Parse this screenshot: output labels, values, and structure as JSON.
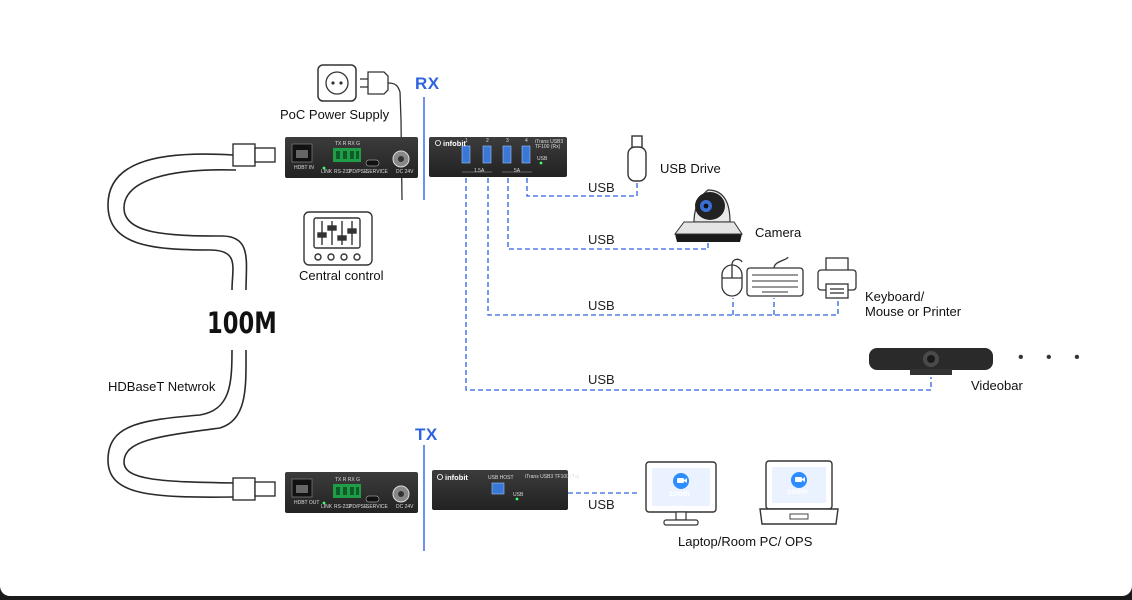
{
  "labels": {
    "rx": "RX",
    "tx": "TX",
    "poc_power_supply": "PoC Power Supply",
    "central_control": "Central control",
    "distance": "100M",
    "hdbaset_network": "HDBaseT Netwrok",
    "usb_drive": "USB Drive",
    "camera": "Camera",
    "keyboard_line1": "Keyboard/",
    "keyboard_line2": "Mouse or Printer",
    "videobar": "Videobar",
    "laptop": "Laptop/Room PC/ OPS",
    "more": "• • •"
  },
  "links": {
    "usb_drive": "USB",
    "camera": "USB",
    "keyboard": "USB",
    "videobar": "USB",
    "laptop": "USB"
  },
  "devices": {
    "rx_back": {
      "port": "HDBT IN",
      "rs232": "TX  R  RX  G",
      "labels": [
        "LINK",
        "RS-232",
        "PD/PSE",
        "SERVICE",
        "DC 24V"
      ]
    },
    "tx_back": {
      "port": "HDBT OUT",
      "rs232": "TX  R  RX  G",
      "labels": [
        "LINK",
        "RS-232",
        "PD/PSE",
        "SERVICE",
        "DC 24V"
      ]
    },
    "rx_front": {
      "brand": "infobit",
      "model": "iTrans USB3 TF100 (Rx)",
      "port_numbers": [
        "1",
        "2",
        "3",
        "4"
      ],
      "groups": [
        "1.5A",
        "5A"
      ],
      "usb_label": "USB"
    },
    "tx_front": {
      "brand": "infobit",
      "model": "iTrans USB3 TF100 (Tx)",
      "host": "USB HOST",
      "usb_label": "USB"
    }
  },
  "screens": {
    "app": "zoom"
  },
  "colors": {
    "accent": "#2f62e0",
    "dashed_line": "#2f62e0",
    "device": "#2b2b2b",
    "terminal": "#1f9e47"
  }
}
